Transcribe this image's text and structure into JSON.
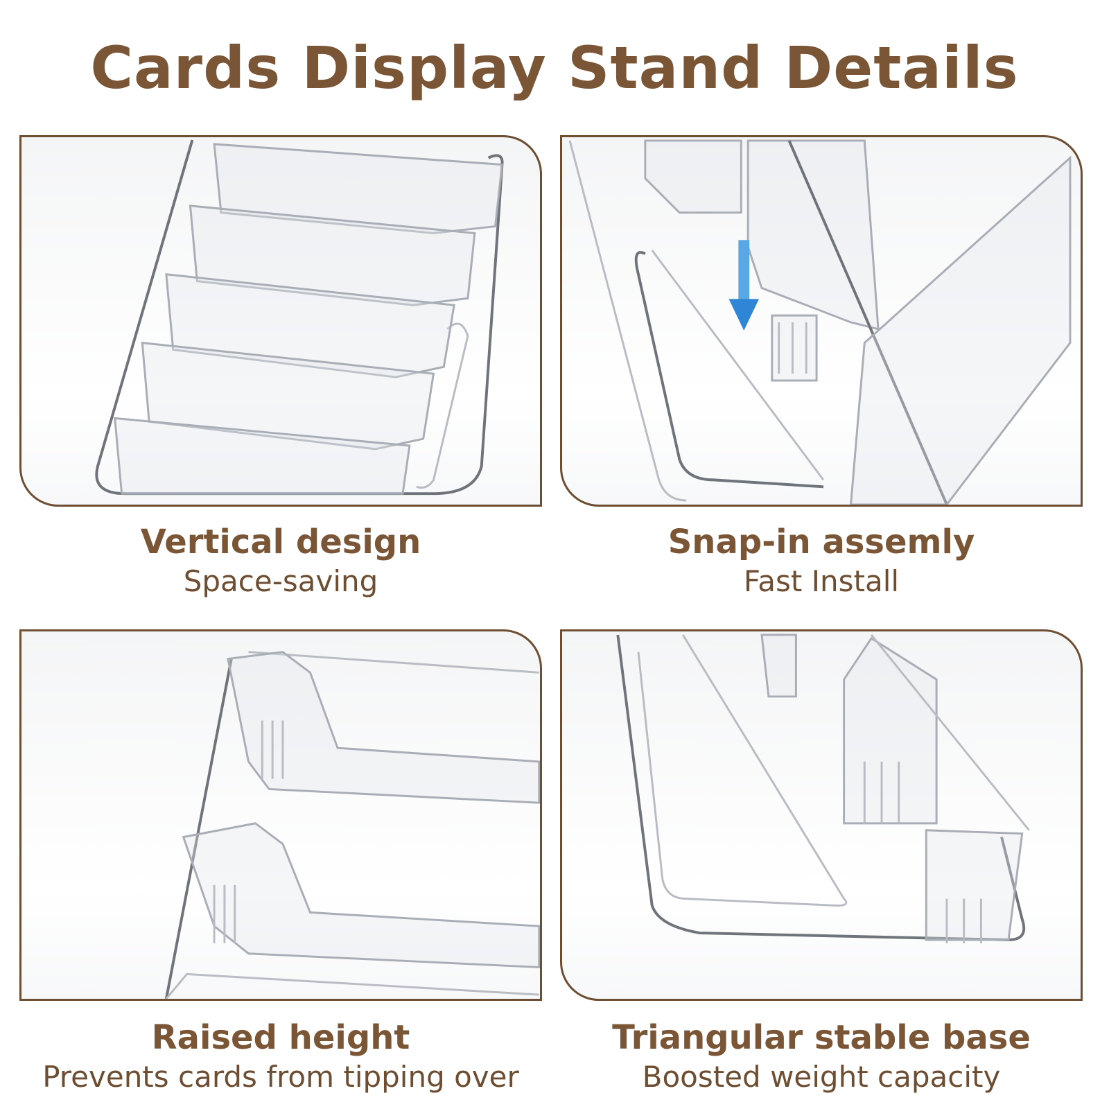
{
  "title": "Cards Display Stand Details",
  "accent_color": "#7a5636",
  "border_color": "#6e4e33",
  "features": [
    {
      "heading": "Vertical design",
      "subheading": "Space-saving"
    },
    {
      "heading": "Snap-in assemly",
      "subheading": "Fast Install",
      "arrow_icon": "down-arrow-icon"
    },
    {
      "heading": "Raised height",
      "subheading": "Prevents cards from tipping over"
    },
    {
      "heading": "Triangular stable base",
      "subheading": "Boosted weight capacity"
    }
  ]
}
